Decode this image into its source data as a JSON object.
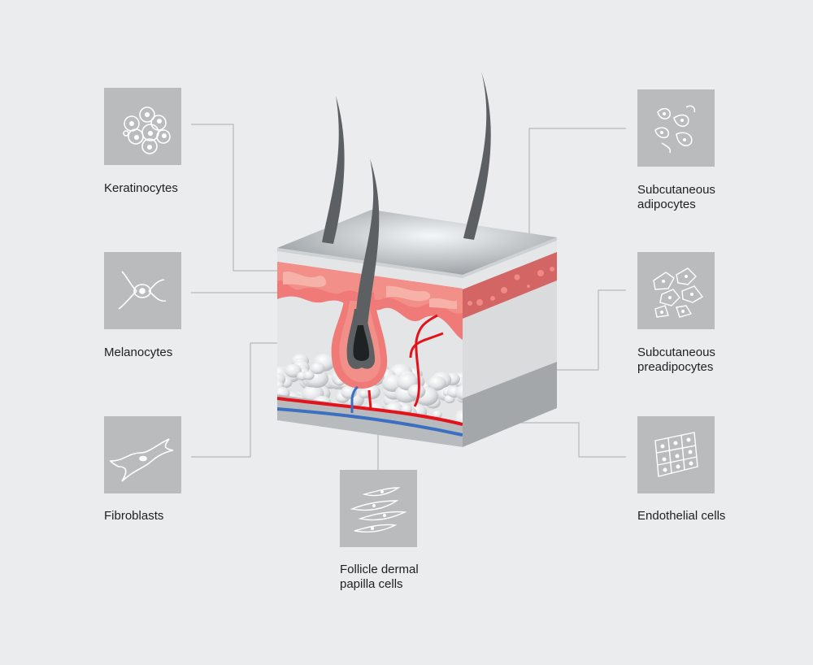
{
  "cell_types": {
    "keratinocytes": "Keratinocytes",
    "melanocytes": "Melanocytes",
    "fibroblasts": "Fibroblasts",
    "follicle_line1": "Follicle dermal",
    "follicle_line2": "papilla cells",
    "adipocytes_line1": "Subcutaneous",
    "adipocytes_line2": "adipocytes",
    "preadipocytes_line1": "Subcutaneous",
    "preadipocytes_line2": "preadipocytes",
    "endothelial": "Endothelial cells"
  },
  "colors": {
    "background": "#ebeced",
    "icon_box": "#b9bbbc",
    "connector": "#a9abad",
    "epidermis": "#ef7a78",
    "artery": "#e3121b",
    "vein": "#3b6fc0",
    "hair": "#5d6062"
  }
}
